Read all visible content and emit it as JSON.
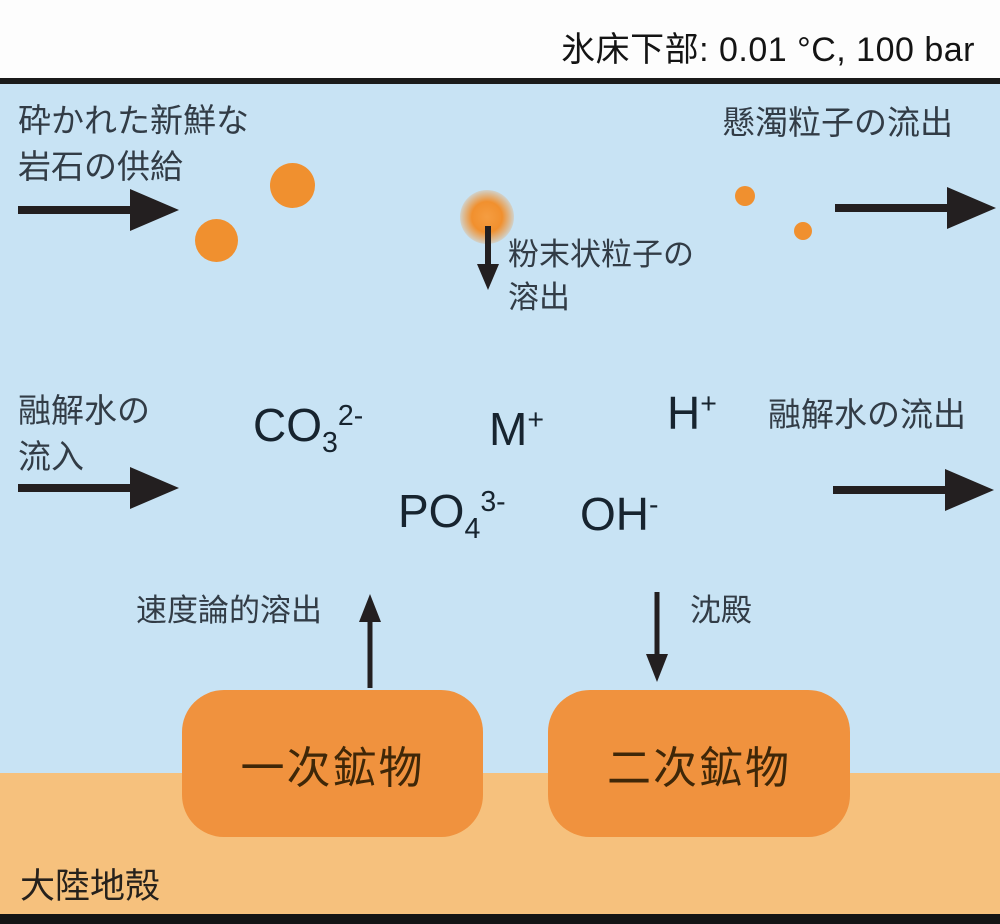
{
  "header": {
    "conditions": "氷床下部: 0.01 °C, 100 bar"
  },
  "labels": {
    "rock_supply": "砕かれた新鮮な\n岩石の供給",
    "suspended_outflow": "懸濁粒子の流出",
    "powder_dissolution": "粉末状粒子の\n溶出",
    "meltwater_inflow": "融解水の\n流入",
    "meltwater_outflow": "融解水の流出",
    "kinetic_dissolution": "速度論的溶出",
    "precipitation": "沈殿",
    "crust": "大陸地殻"
  },
  "ions": [
    {
      "name": "carbonate",
      "main": "CO",
      "sub": "3",
      "sup": "2-"
    },
    {
      "name": "metal-cation",
      "main": "M",
      "sub": "",
      "sup": "+"
    },
    {
      "name": "proton",
      "main": "H",
      "sub": "",
      "sup": "+"
    },
    {
      "name": "phosphate",
      "main": "PO",
      "sub": "4",
      "sup": "3-"
    },
    {
      "name": "hydroxide",
      "main": "OH",
      "sub": "",
      "sup": "-"
    }
  ],
  "boxes": {
    "primary": "一次鉱物",
    "secondary": "二次鉱物"
  },
  "colors": {
    "water_blue": "#c8e3f4",
    "crust_tan": "#f6c17d",
    "mineral_orange": "#f0923e",
    "particle_orange": "#f0902f",
    "arrow_black": "#231f20"
  }
}
